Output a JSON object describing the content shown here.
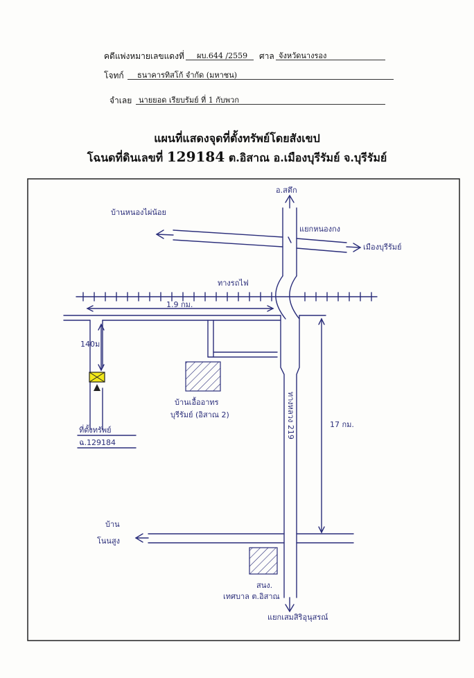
{
  "header": {
    "case_label": "คดีแพ่งหมายเลขแดงที่",
    "case_no": "ผบ.644 /2559",
    "court_label": "ศาล",
    "court_value": "จังหวัดนางรอง",
    "plaintiff_label": "โจทก์",
    "plaintiff_value": "ธนาคารทิสโก้ จำกัด (มหาชน)",
    "defendant_label": "จำเลย",
    "defendant_value": "นายยอด เรียบรัมย์ ที่ 1 กับพวก"
  },
  "title": {
    "line1": "แผนที่แสดงจุดที่ตั้งทรัพย์โดยสังเขป",
    "line2_prefix": "โฉนดที่ดินเลขที่",
    "deed_no": "129184",
    "line2_suffix": "ต.อิสาณ อ.เมืองบุรีรัมย์ จ.บุรีรัมย์"
  },
  "map": {
    "north": "อ.สตึก",
    "ban_nong_phai": "บ้านหนองไผ่น้อย",
    "junction": "แยกหนองกง",
    "to_mueang": "เมืองบุรีรัมย์",
    "railway": "ทางรถไฟ",
    "dist_railway": "1.9 กม.",
    "dist_140": "140ม",
    "highway": "ทางหลวง 219",
    "distance_17": "17 กม.",
    "ban_khuea": "บ้านเอื้ออาทร",
    "ban_khuea_2": "บุรีรัมย์ (อิสาณ 2)",
    "property": "ที่ตั้งทรัพย์",
    "property_no": "ฉ.129184",
    "ban": "บ้าน",
    "non_sung": "โนนสูง",
    "office": "สนง.",
    "office_2": "เทศบาล ต.อิสาณ",
    "bottom": "แยกเสมสิริอุนุสรณ์"
  }
}
